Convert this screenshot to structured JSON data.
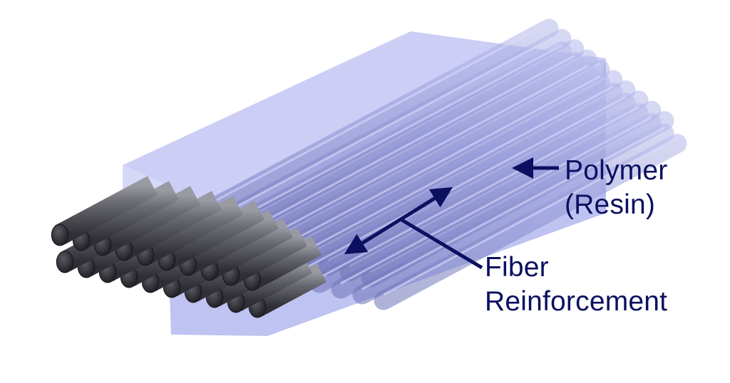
{
  "labels": {
    "polymer": {
      "line1": "Polymer",
      "line2": "(Resin)"
    },
    "fiber": {
      "line1": "Fiber",
      "line2": "Reinforcement"
    }
  },
  "colors": {
    "label_text": "#0b1060",
    "arrow": "#0b1060",
    "resin_fill": "#b9bdf2",
    "fiber_dark": "#3c3c42",
    "fiber_light": "#8a8a92"
  },
  "structure": {
    "fiber_rows": 2,
    "fibers_per_row": 10
  }
}
